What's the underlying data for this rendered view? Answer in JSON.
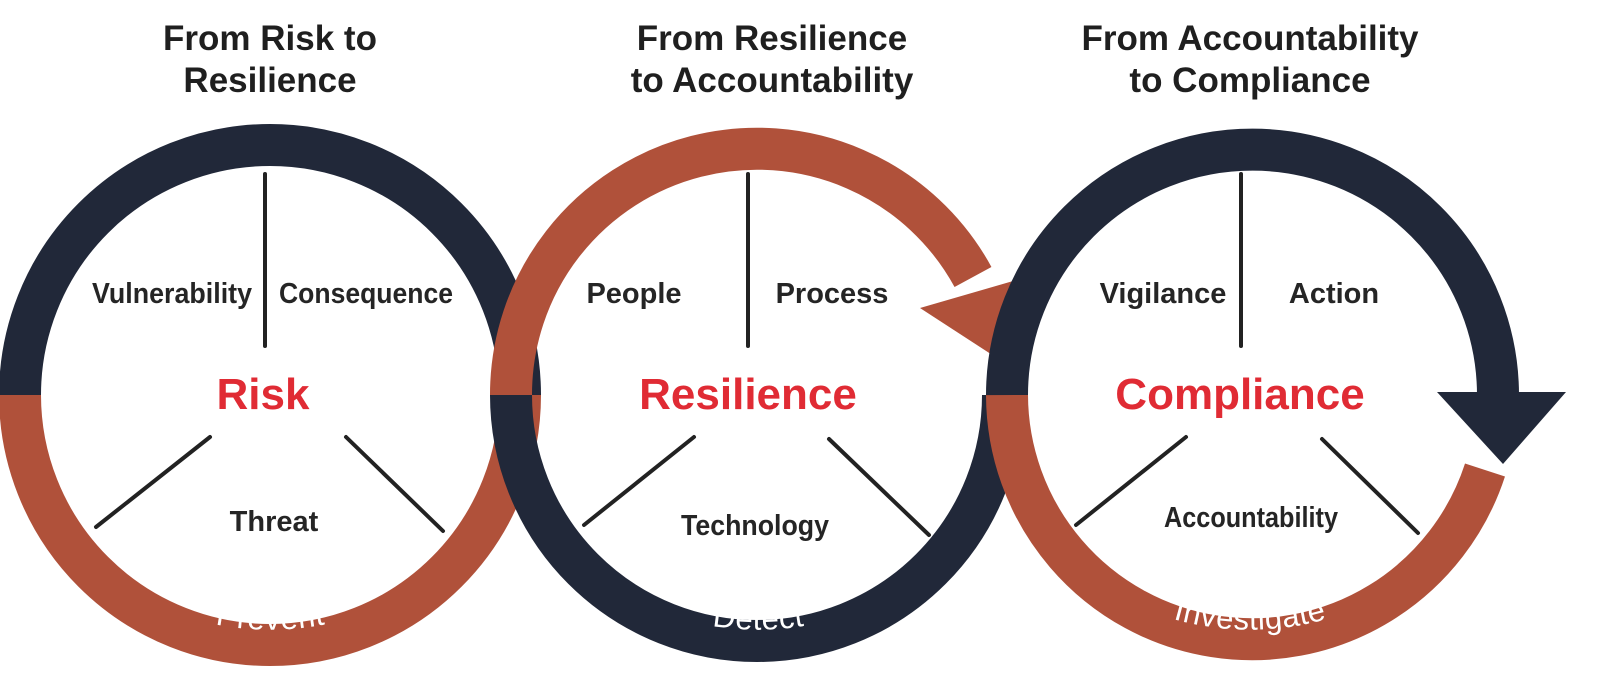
{
  "colors": {
    "navy": "#212839",
    "rust": "#b0513a",
    "accent": "#e02b34",
    "divider": "#222222"
  },
  "stages": [
    {
      "heading": [
        "From Risk to",
        "Resilience"
      ],
      "center": "Risk",
      "segments": [
        "Vulnerability",
        "Consequence",
        "Threat"
      ],
      "ring_label": "Prevent"
    },
    {
      "heading": [
        "From Resilience",
        "to Accountability"
      ],
      "center": "Resilience",
      "segments": [
        "People",
        "Process",
        "Technology"
      ],
      "ring_label": "Detect"
    },
    {
      "heading": [
        "From Accountability",
        "to Compliance"
      ],
      "center": "Compliance",
      "segments": [
        "Vigilance",
        "Action",
        "Accountability"
      ],
      "ring_label": "Investigate"
    }
  ]
}
